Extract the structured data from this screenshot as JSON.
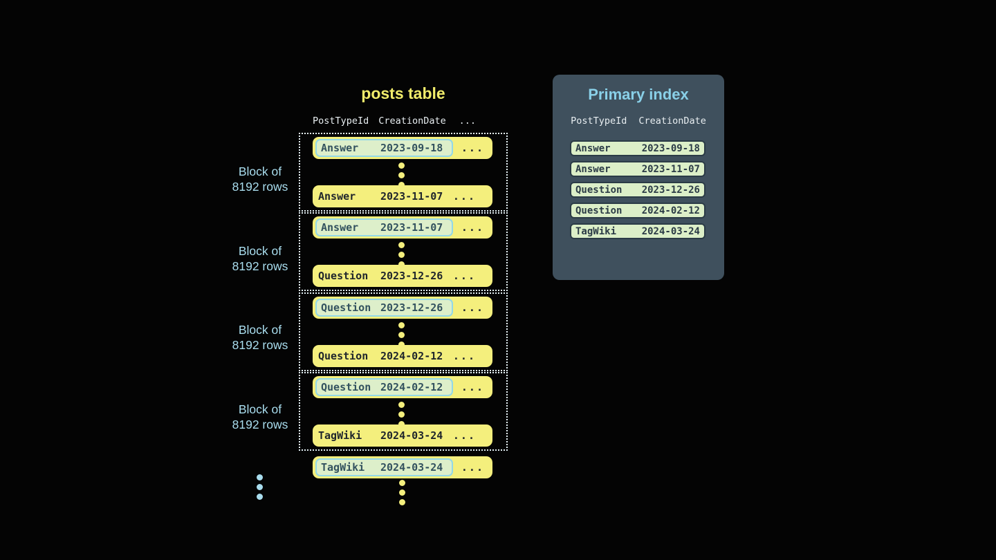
{
  "posts_table": {
    "title": "posts table",
    "columns": [
      "PostTypeId",
      "CreationDate",
      "..."
    ],
    "ellipsis": "...",
    "blocks": [
      {
        "label": [
          "Block of",
          "8192 rows"
        ],
        "first": {
          "type": "Answer",
          "date": "2023-09-18"
        },
        "last": {
          "type": "Answer",
          "date": "2023-11-07"
        }
      },
      {
        "label": [
          "Block of",
          "8192 rows"
        ],
        "first": {
          "type": "Answer",
          "date": "2023-11-07"
        },
        "last": {
          "type": "Question",
          "date": "2023-12-26"
        }
      },
      {
        "label": [
          "Block of",
          "8192 rows"
        ],
        "first": {
          "type": "Question",
          "date": "2023-12-26"
        },
        "last": {
          "type": "Question",
          "date": "2024-02-12"
        }
      },
      {
        "label": [
          "Block of",
          "8192 rows"
        ],
        "first": {
          "type": "Question",
          "date": "2024-02-12"
        },
        "last": {
          "type": "TagWiki",
          "date": "2024-03-24"
        }
      }
    ],
    "overflow_row": {
      "type": "TagWiki",
      "date": "2024-03-24"
    }
  },
  "primary_index": {
    "title": "Primary index",
    "columns": [
      "PostTypeId",
      "CreationDate"
    ],
    "rows": [
      {
        "type": "Answer",
        "date": "2023-09-18"
      },
      {
        "type": "Answer",
        "date": "2023-11-07"
      },
      {
        "type": "Question",
        "date": "2023-12-26"
      },
      {
        "type": "Question",
        "date": "2024-02-12"
      },
      {
        "type": "TagWiki",
        "date": "2024-03-24"
      }
    ]
  },
  "colors": {
    "background": "#040404",
    "row_yellow": "#f4ef7d",
    "title_yellow": "#f1ec6b",
    "row_text": "#20262c",
    "highlight_fill": "#ddefca",
    "highlight_border": "#92d8e8",
    "highlight_text": "#33525f",
    "dotted_border": "#e7f3f8",
    "panel_bg": "#3f505d",
    "panel_title": "#89d0e8",
    "header_text": "#e8eef1",
    "pill_fill": "#dcefc8",
    "pill_border": "#2b3b46",
    "pill_text": "#2b3b46",
    "label_blue": "#a9ddee"
  }
}
